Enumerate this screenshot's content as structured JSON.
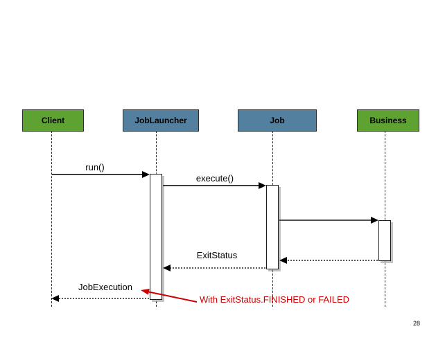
{
  "page": {
    "page_number": "28"
  },
  "colors": {
    "actor_green": "#5ea231",
    "actor_blue": "#53809f",
    "annotation_red": "#cc0000"
  },
  "actors": [
    {
      "name": "Client",
      "color": "green"
    },
    {
      "name": "JobLauncher",
      "color": "blue"
    },
    {
      "name": "Job",
      "color": "blue"
    },
    {
      "name": "Business",
      "color": "green"
    }
  ],
  "messages": [
    {
      "label": "run()",
      "from": "Client",
      "to": "JobLauncher",
      "style": "solid"
    },
    {
      "label": "execute()",
      "from": "JobLauncher",
      "to": "Job",
      "style": "solid"
    },
    {
      "label": "",
      "from": "Job",
      "to": "Business",
      "style": "solid"
    },
    {
      "label": "",
      "from": "Business",
      "to": "Job",
      "style": "dotted-return"
    },
    {
      "label": "ExitStatus",
      "from": "Job",
      "to": "JobLauncher",
      "style": "dotted-return"
    },
    {
      "label": "JobExecution",
      "from": "JobLauncher",
      "to": "Client",
      "style": "dotted-return"
    }
  ],
  "annotation": {
    "text": "With ExitStatus.FINISHED or FAILED"
  }
}
